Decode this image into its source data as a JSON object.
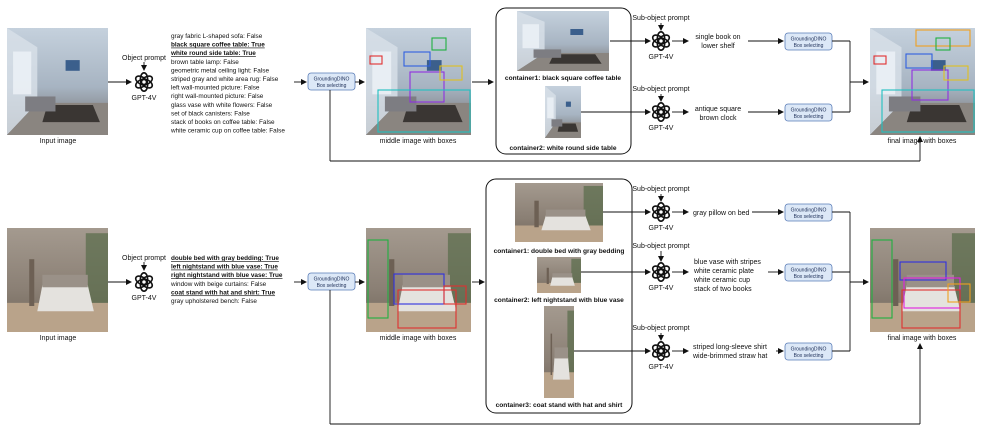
{
  "top": {
    "input_caption": "Input image",
    "object_prompt": "Object prompt",
    "gpt": "GPT-4V",
    "object_list": [
      {
        "text": "gray fabric L-shaped sofa: False",
        "bold": false
      },
      {
        "text": "black square coffee table: True",
        "bold": true
      },
      {
        "text": "white round side table: True",
        "bold": true
      },
      {
        "text": "brown table lamp: False",
        "bold": false
      },
      {
        "text": "geometric metal ceiling light: False",
        "bold": false
      },
      {
        "text": "striped gray and white area rug: False",
        "bold": false
      },
      {
        "text": "left wall-mounted picture: False",
        "bold": false
      },
      {
        "text": "right wall-mounted picture: False",
        "bold": false
      },
      {
        "text": "glass vase with white flowers: False",
        "bold": false
      },
      {
        "text": "set of black canisters: False",
        "bold": false
      },
      {
        "text": "stack of books on coffee table: False",
        "bold": false
      },
      {
        "text": "white ceramic cup on coffee table: False",
        "bold": false
      }
    ],
    "grounding": [
      "GroundingDINO",
      "Box selecting"
    ],
    "middle_caption": "middle image with boxes",
    "containers": [
      {
        "label": "container1: black square coffee table"
      },
      {
        "label": "container2: white round side table"
      }
    ],
    "subprompt_label": "Sub-object prompt",
    "sub_results": [
      {
        "lines": [
          "single book on",
          "lower shelf"
        ]
      },
      {
        "lines": [
          "antique square",
          "brown clock"
        ]
      }
    ],
    "final_caption": "final image with boxes"
  },
  "bottom": {
    "input_caption": "Input image",
    "object_prompt": "Object prompt",
    "gpt": "GPT-4V",
    "object_list": [
      {
        "text": "double bed with gray bedding: True",
        "bold": true
      },
      {
        "text": "left nightstand with blue vase: True",
        "bold": true
      },
      {
        "text": "right nightstand with blue vase: True",
        "bold": true
      },
      {
        "text": "window with beige curtains: False",
        "bold": false
      },
      {
        "text": "coat stand with hat and shirt: True",
        "bold": true
      },
      {
        "text": "gray upholstered bench: False",
        "bold": false
      }
    ],
    "grounding": [
      "GroundingDINO",
      "Box selecting"
    ],
    "middle_caption": "middle image with boxes",
    "containers": [
      {
        "label": "container1: double bed with gray bedding"
      },
      {
        "label": "container2: left nightstand with blue vase"
      },
      {
        "label": "container3: coat stand with hat and shirt"
      }
    ],
    "subprompt_label": "Sub-object prompt",
    "sub_results": [
      {
        "lines": [
          "gray pillow on bed"
        ]
      },
      {
        "lines": [
          "blue vase with stripes",
          "white ceramic plate",
          "white ceramic cup",
          "stack of two books"
        ]
      },
      {
        "lines": [
          "striped long-sleeve shirt",
          "wide-brimmed straw hat"
        ]
      }
    ],
    "final_caption": "final image with boxes"
  },
  "colors": {
    "grounding_fill": "#dce8f7",
    "grounding_stroke": "#5a7db8",
    "line": "#111111",
    "living_room_wall": "#aebccb",
    "bedroom_wall": "#8f8478"
  },
  "icons": {
    "gpt_logo": "openai-knot-icon"
  }
}
